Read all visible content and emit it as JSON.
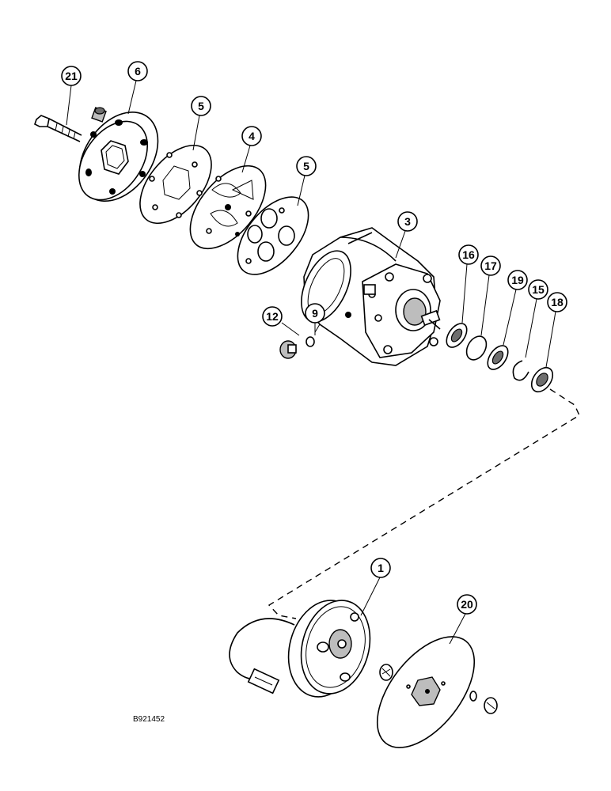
{
  "callouts": [
    {
      "id": "c21",
      "label": "21"
    },
    {
      "id": "c6",
      "label": "6"
    },
    {
      "id": "c5a",
      "label": "5"
    },
    {
      "id": "c4",
      "label": "4"
    },
    {
      "id": "c5b",
      "label": "5"
    },
    {
      "id": "c3",
      "label": "3"
    },
    {
      "id": "c9",
      "label": "9"
    },
    {
      "id": "c12",
      "label": "12"
    },
    {
      "id": "c16",
      "label": "16"
    },
    {
      "id": "c17",
      "label": "17"
    },
    {
      "id": "c19",
      "label": "19"
    },
    {
      "id": "c15",
      "label": "15"
    },
    {
      "id": "c18",
      "label": "18"
    },
    {
      "id": "c1",
      "label": "1"
    },
    {
      "id": "c20",
      "label": "20"
    }
  ],
  "figure_id": "B921452"
}
